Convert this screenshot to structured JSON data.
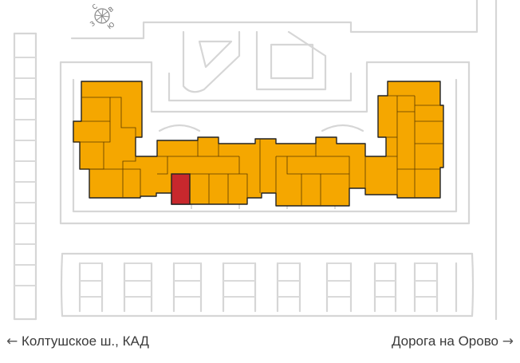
{
  "compass": {
    "north": "С",
    "east": "В",
    "south": "Ю",
    "west": "З"
  },
  "directions": {
    "left": {
      "arrow": "←",
      "label": "Колтушское ш., КАД"
    },
    "right": {
      "label": "Дорога на Орово",
      "arrow": "→"
    }
  },
  "colors": {
    "building": "#f5a700",
    "selected_section": "#c8282d",
    "roads": "#d6d6d6"
  }
}
